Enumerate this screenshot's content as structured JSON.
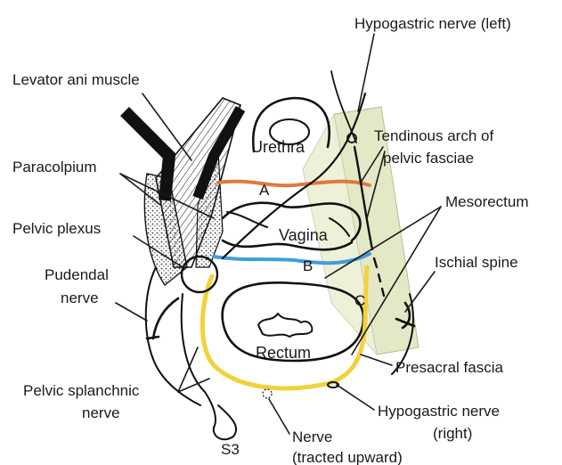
{
  "labels": {
    "hypogastric_left": "Hypogastric nerve (left)",
    "levator_ani": "Levator ani muscle",
    "tendinous_line1": "Tendinous arch of",
    "tendinous_line2": "pelvic fasciae",
    "paracolpium": "Paracolpium",
    "mesorectum": "Mesorectum",
    "pelvic_plexus": "Pelvic plexus",
    "ischial_spine": "Ischial spine",
    "pudendal_line1": "Pudendal",
    "pudendal_line2": "nerve",
    "presacral_fascia": "Presacral fascia",
    "splanchnic_line1": "Pelvic splanchnic",
    "splanchnic_line2": "nerve",
    "hypogastric_right_line1": "Hypogastric nerve",
    "hypogastric_right_line2": "(right)",
    "s3": "S3",
    "nerve_traced_line1": "Nerve",
    "nerve_traced_line2": "(tracted upward)"
  },
  "organs": {
    "urethra": "Urethra",
    "vagina": "Vagina",
    "rectum": "Rectum"
  },
  "letters": {
    "a": "A",
    "b": "B",
    "c": "C"
  },
  "colors": {
    "line_a": "#e0793a",
    "line_b": "#3f9fd8",
    "line_c": "#f2d23a",
    "fascia_panel": "#e4e8c7",
    "muscle": "#111111"
  }
}
